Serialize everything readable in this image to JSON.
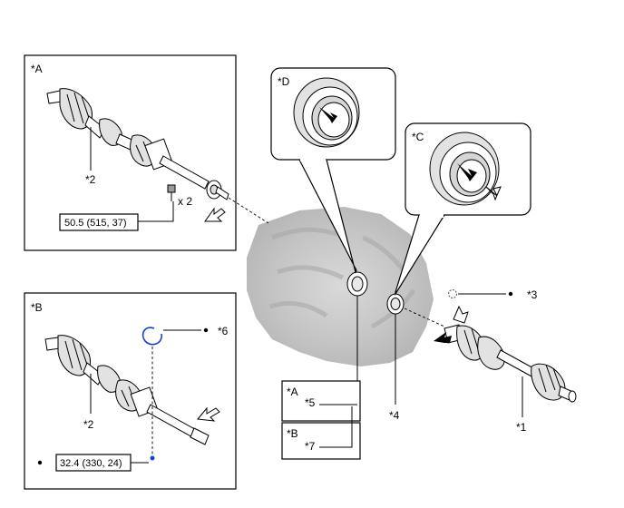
{
  "panel_A": {
    "tag": "*A",
    "part_label": "*2",
    "bolt_qty": "x 2",
    "torque": "50.5 (515, 37)"
  },
  "panel_B": {
    "tag": "*B",
    "part_label": "*2",
    "clip_label": "*6",
    "torque": "32.4 (330, 24)"
  },
  "callout_D": {
    "tag": "*D"
  },
  "callout_C": {
    "tag": "*C"
  },
  "right_shaft": {
    "part_label": "*1",
    "seal_label": "*4",
    "clip_label": "*3"
  },
  "legend": {
    "row1_tag": "*A",
    "row1_label": "*5",
    "row2_tag": "*B",
    "row2_label": "*7"
  }
}
